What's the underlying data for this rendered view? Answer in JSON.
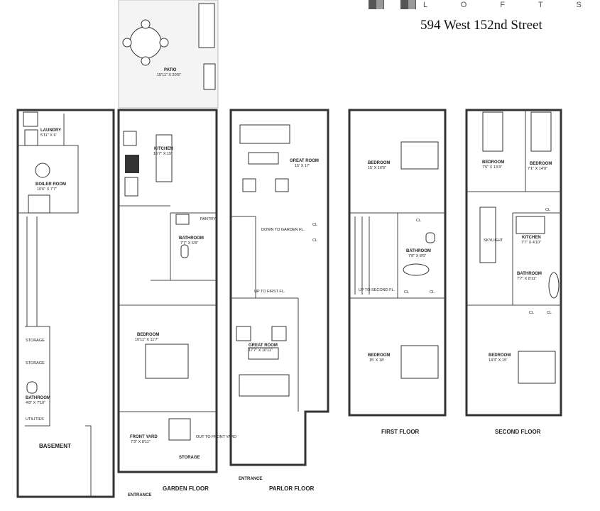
{
  "header": {
    "brand": "L O F T S",
    "address": "594 West 152nd Street"
  },
  "floors": {
    "basement": "BASEMENT",
    "garden": "GARDEN FLOOR",
    "parlor": "PARLOR FLOOR",
    "first": "FIRST FLOOR",
    "second": "SECOND FLOOR"
  },
  "rooms": {
    "patio": {
      "name": "PATIO",
      "dim": "15'11\" X 20'8\""
    },
    "laundry": {
      "name": "LAUNDRY",
      "dim": "5'11\" X 6'"
    },
    "boiler": {
      "name": "BOILER ROOM",
      "dim": "10'6\" X 7'7\""
    },
    "storage1": "STORAGE",
    "storage2": "STORAGE",
    "bath_basement": {
      "name": "BATHROOM",
      "dim": "4'8\" X 7'10\""
    },
    "utilities": "UTILITIES",
    "kitchen_garden": {
      "name": "KITCHEN",
      "dim": "16'7\" X 15'"
    },
    "pantry": "PANTRY",
    "bath_garden": {
      "name": "BATHROOM",
      "dim": "7'7\" X 6'8\""
    },
    "bedroom_garden": {
      "name": "BEDROOM",
      "dim": "10'11\" X 11'7\""
    },
    "front_yard": {
      "name": "FRONT YARD",
      "dim": "7'3\" X 8'11\""
    },
    "storage_garden": "STORAGE",
    "out_to_front": "OUT TO\nFRONT YARD",
    "entrance_garden": "ENTRANCE",
    "great_room_1": {
      "name": "GREAT ROOM",
      "dim": "15' X 17'"
    },
    "down_to_garden": "DOWN TO\nGARDEN FL.",
    "up_to_first": "UP TO\nFIRST FL.",
    "great_room_2": {
      "name": "GREAT ROOM",
      "dim": "17'7\" X 10'11\""
    },
    "entrance_parlor": "ENTRANCE",
    "cl": "CL",
    "bedroom_first_1": {
      "name": "BEDROOM",
      "dim": "15' X 16'6\""
    },
    "bath_first": {
      "name": "BATHROOM",
      "dim": "7'8\" X 8'6\""
    },
    "up_to_second": "UP TO\nSECOND FL.",
    "bedroom_first_2": {
      "name": "BEDROOM",
      "dim": "15' X 18'"
    },
    "bedroom_second_1": {
      "name": "BEDROOM",
      "dim": "7'5\" X 13'4\""
    },
    "bedroom_second_2": {
      "name": "BEDROOM",
      "dim": "7'1\" X 14'9\""
    },
    "kitchen_second": {
      "name": "KITCHEN",
      "dim": "7'7\" X 4'10\""
    },
    "skylight": "SKYLIGHT",
    "bath_second": {
      "name": "BATHROOM",
      "dim": "7'7\" X 8'11\""
    },
    "bedroom_second_3": {
      "name": "BEDROOM",
      "dim": "14'3\" X 15'"
    }
  }
}
